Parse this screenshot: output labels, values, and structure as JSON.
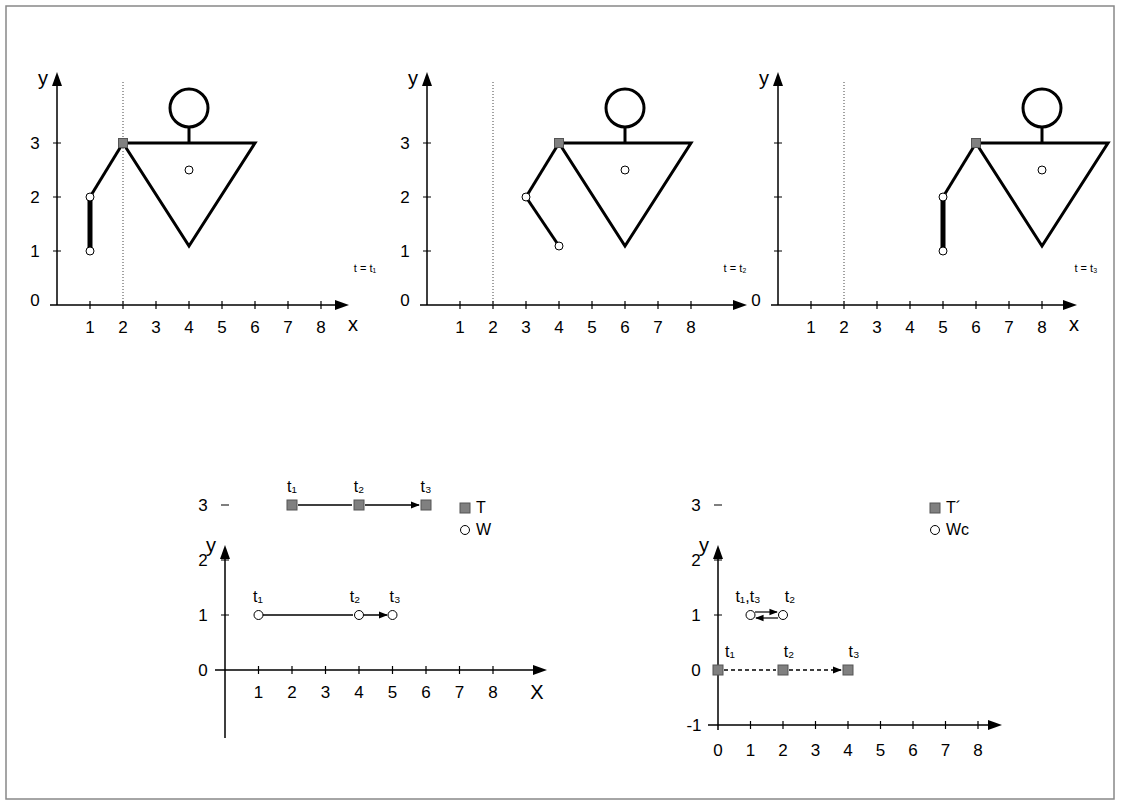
{
  "diagram": {
    "labels": [
      "y",
      "3",
      "2",
      "1",
      "0",
      "1",
      "2",
      "3",
      "4",
      "5",
      "6",
      "7",
      "8",
      "x",
      "t = t₁",
      "y",
      "3",
      "2",
      "1",
      "0",
      "1",
      "2",
      "3",
      "4",
      "5",
      "6",
      "7",
      "8",
      "t = t₂",
      "y",
      "0",
      "1",
      "2",
      "3",
      "4",
      "5",
      "6",
      "7",
      "8",
      "x",
      "t = t₃",
      "y",
      "3",
      "2",
      "1",
      "0",
      "1",
      "2",
      "3",
      "4",
      "5",
      "6",
      "7",
      "8",
      "X",
      "t₁",
      "t₂",
      "t₃",
      "t₁",
      "t₂",
      "t₃",
      "y",
      "3",
      "2",
      "1",
      "0",
      "-1",
      "0",
      "1",
      "2",
      "3",
      "4",
      "5",
      "6",
      "7",
      "8",
      "t₁,t₃",
      "t₂",
      "t₁",
      "t₂",
      "t₃"
    ],
    "legend": [
      {
        "text": "T"
      },
      {
        "text": "W"
      },
      {
        "text": "T´"
      },
      {
        "text": "Wc"
      }
    ]
  }
}
